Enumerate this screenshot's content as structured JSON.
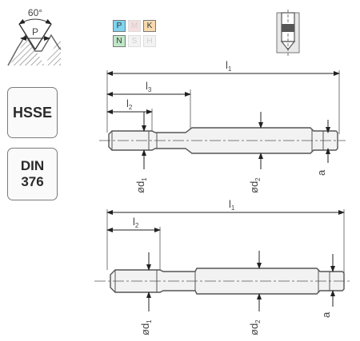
{
  "thread_icon": {
    "angle_label": "60°",
    "profile_label": "P"
  },
  "badges": {
    "material": "HSSE",
    "standard_line1": "DIN",
    "standard_line2": "376"
  },
  "material_groups": [
    {
      "code": "P",
      "active": true,
      "color": "#7fd3ef"
    },
    {
      "code": "M",
      "active": false,
      "color": "#f7dede"
    },
    {
      "code": "K",
      "active": true,
      "color": "#f6d9ad"
    },
    {
      "code": "N",
      "active": true,
      "color": "#bfe7c6"
    },
    {
      "code": "S",
      "active": false,
      "color": "#f3f3f3"
    },
    {
      "code": "H",
      "active": false,
      "color": "#f3f3f3"
    }
  ],
  "drawing_top": {
    "l1": "l1",
    "l2": "l2",
    "l3": "l3",
    "d1": "ød1",
    "d2": "ød2",
    "a": "a"
  },
  "drawing_bottom": {
    "l1": "l1",
    "l2": "l2",
    "d1": "ød1",
    "d2": "ød2",
    "a": "a"
  },
  "colors": {
    "line": "#555555",
    "fill": "#f0f0f0",
    "dim_arrow": "#222222"
  }
}
